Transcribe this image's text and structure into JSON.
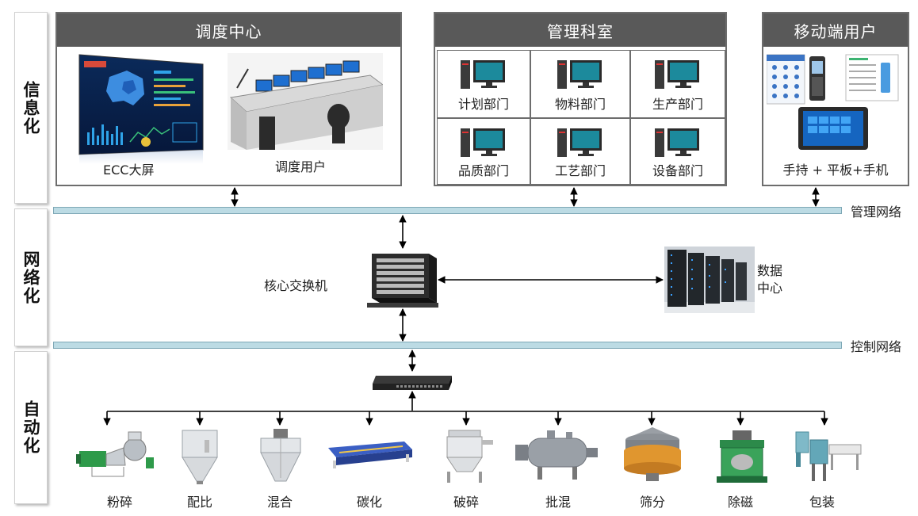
{
  "layers": [
    "信息化",
    "网络化",
    "自动化"
  ],
  "dispatch": {
    "title": "调度中心",
    "ecc_label": "ECC大屏",
    "user_label": "调度用户"
  },
  "management": {
    "title": "管理科室",
    "departments": [
      "计划部门",
      "物料部门",
      "生产部门",
      "品质部门",
      "工艺部门",
      "设备部门"
    ]
  },
  "mobile": {
    "title": "移动端用户",
    "caption": "手持 + 平板+手机"
  },
  "network": {
    "management_label": "管理网络",
    "core_switch_label": "核心交换机",
    "data_center_label": "数据\n中心",
    "control_label": "控制网络"
  },
  "equipment": [
    "粉碎",
    "配比",
    "混合",
    "碳化",
    "破碎",
    "批混",
    "筛分",
    "除磁",
    "包装"
  ],
  "colors": {
    "panel_header": "#595959",
    "network_bar": "#bcdbe4",
    "screen_blue": "#1e5fb4"
  }
}
